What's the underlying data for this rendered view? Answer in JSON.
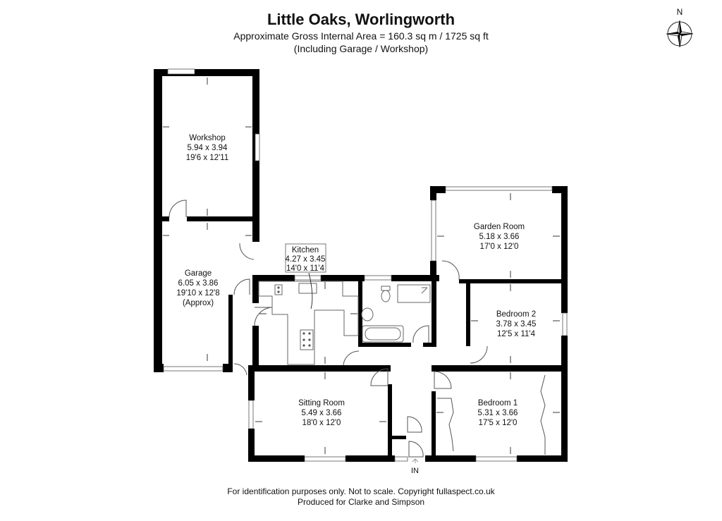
{
  "header": {
    "title": "Little Oaks, Worlingworth",
    "area_line": "Approximate Gross Internal Area = 160.3 sq m / 1725 sq ft",
    "note_line": "(Including Garage / Workshop)"
  },
  "compass": {
    "north_label": "N",
    "icon": "compass-rose-icon"
  },
  "rooms": {
    "workshop": {
      "name": "Workshop",
      "metric": "5.94 x 3.94",
      "imperial": "19'6 x 12'11"
    },
    "garage": {
      "name": "Garage",
      "metric": "6.05 x 3.86",
      "imperial": "19'10 x 12'8",
      "note": "(Approx)"
    },
    "kitchen": {
      "name": "Kitchen",
      "metric": "4.27 x 3.45",
      "imperial": "14'0 x 11'4"
    },
    "garden_room": {
      "name": "Garden Room",
      "metric": "5.18 x 3.66",
      "imperial": "17'0 x 12'0"
    },
    "bedroom2": {
      "name": "Bedroom 2",
      "metric": "3.78 x 3.45",
      "imperial": "12'5 x 11'4"
    },
    "sitting_room": {
      "name": "Sitting Room",
      "metric": "5.49 x 3.66",
      "imperial": "18'0 x 12'0"
    },
    "bedroom1": {
      "name": "Bedroom 1",
      "metric": "5.31 x 3.66",
      "imperial": "17'5 x 12'0"
    }
  },
  "entrance": {
    "label": "IN"
  },
  "footer": {
    "disclaimer": "For identification purposes only. Not to scale. Copyright fullaspect.co.uk",
    "produced_for": "Produced for Clarke and Simpson"
  }
}
